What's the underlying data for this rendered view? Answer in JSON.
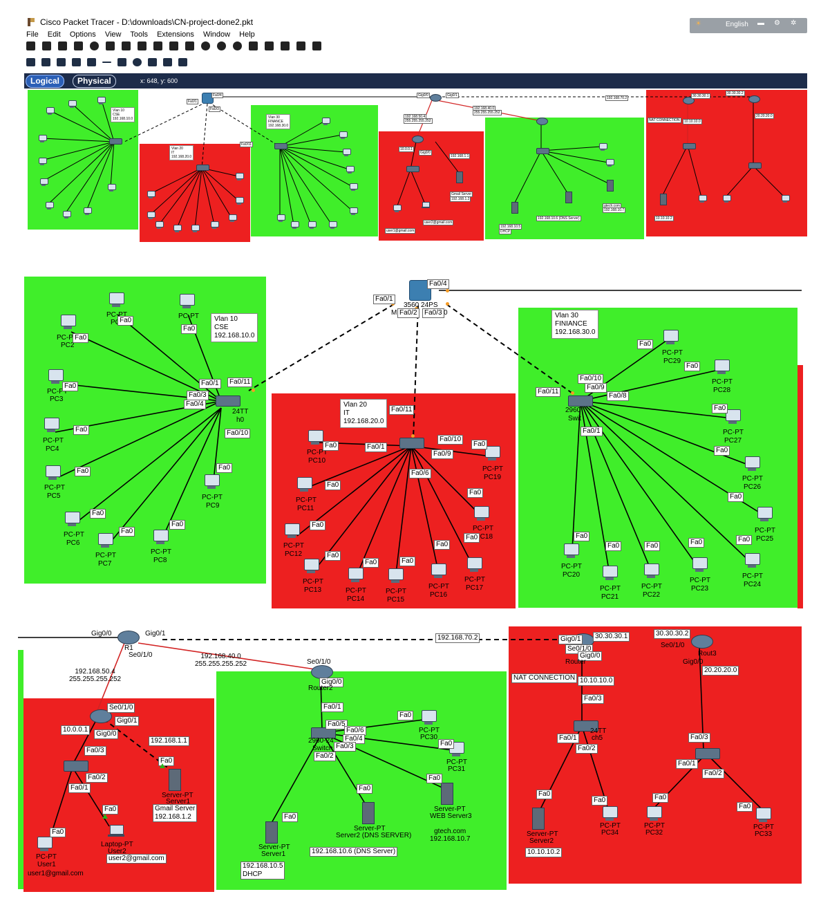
{
  "app": {
    "title": "Cisco Packet Tracer - D:\\downloads\\CN-project-done2.pkt",
    "language": "English"
  },
  "menu": [
    "File",
    "Edit",
    "Options",
    "View",
    "Tools",
    "Extensions",
    "Window",
    "Help"
  ],
  "tabs": {
    "logical": "Logical",
    "physical": "Physical",
    "coords": "x: 648, y: 600"
  },
  "colors": {
    "zone_green": "#40ee2a",
    "zone_red": "#ed2020",
    "tabbar": "#1d2c4a",
    "copper": "#000000",
    "serial": "#d22323"
  },
  "icons": [
    "document-new-icon",
    "open-folder-icon",
    "save-icon",
    "print-icon",
    "info-icon",
    "activity-wizard-icon",
    "network-info-icon",
    "copy-icon",
    "paste-icon",
    "undo-icon",
    "redo-icon",
    "zoom-in-icon",
    "zoom-reset-icon",
    "zoom-out-icon",
    "drawing-palette-icon",
    "custom-device-icon",
    "viewport-icon",
    "cluster-icon",
    "image-icon",
    "select-icon",
    "inspect-icon",
    "delete-icon",
    "resize-icon",
    "note-icon",
    "line-icon",
    "rectangle-icon",
    "ellipse-icon",
    "freeform-icon",
    "simple-pdu-icon",
    "complex-pdu-icon"
  ],
  "overview": {
    "vlan10": "Vlan 10\nCSE\n192.168.10.0",
    "vlan20": "Vlan 20\nIT\n192.168.20.0",
    "vlan30": "Vlan 30\nFINANCE\n192.168.30.0",
    "labels": [
      "Fa0/4",
      "Fa0/1",
      "Fa0/11",
      "Fa0/3",
      "Gig0/0",
      "Gig0/1",
      "192.168.70.2",
      "192.168.50.4",
      "255.255.255.252",
      "192.168.40.0",
      "255.255.255.252",
      "10.0.0.1",
      "Gig0/0",
      "192.168.1.1",
      "Gmail Server",
      "192.168.1.2",
      "user1@gmail.com",
      "user2@gmail.com",
      "192.168.10.5",
      "DHCP",
      "192.168.10.6 (DNS Server)",
      "gtech.com",
      "192.168.10.7",
      "NAT CONNECTION",
      "30.30.30.1",
      "10.10.10.0",
      "30.30.30.2",
      "20.20.20.0",
      "10.10.10.2"
    ]
  },
  "cse": {
    "vlan": "Vlan 10\nCSE\n192.168.10.0",
    "switch_label": "24TT",
    "switch_label2": "h0",
    "pcs": [
      {
        "name": "PC-PT",
        "sub": "PC2"
      },
      {
        "name": "PC-PT",
        "sub": "PC"
      },
      {
        "name": "PC-PT",
        "sub": ""
      },
      {
        "name": "PC-PT",
        "sub": "PC3"
      },
      {
        "name": "PC-PT",
        "sub": "PC4"
      },
      {
        "name": "PC-PT",
        "sub": "PC5"
      },
      {
        "name": "PC-PT",
        "sub": "PC6"
      },
      {
        "name": "PC-PT",
        "sub": "PC7"
      },
      {
        "name": "PC-PT",
        "sub": "PC8"
      },
      {
        "name": "PC-PT",
        "sub": "PC9"
      }
    ],
    "port_labels": [
      "Fa0",
      "Fa0",
      "Fa0",
      "Fa0",
      "Fa0",
      "Fa0",
      "Fa0",
      "Fa0",
      "Fa0",
      "Fa0",
      "Fa0/1",
      "Fa0/11",
      "Fa0/3",
      "Fa0/4",
      "Fa0/10"
    ]
  },
  "mls": {
    "label": "3560 24PS",
    "ports": [
      "Fa0/4",
      "Fa0/1",
      "Fa0/2",
      "Fa0/3"
    ],
    "side": "M",
    "side2": "0"
  },
  "it": {
    "vlan": "Vlan 20\nIT\n192.168.20.0",
    "pcs": [
      {
        "name": "PC-PT",
        "sub": "PC10"
      },
      {
        "name": "PC-PT",
        "sub": "PC11"
      },
      {
        "name": "PC-PT",
        "sub": "PC12"
      },
      {
        "name": "PC-PT",
        "sub": "PC13"
      },
      {
        "name": "PC-PT",
        "sub": "PC14"
      },
      {
        "name": "PC-PT",
        "sub": "PC15"
      },
      {
        "name": "PC-PT",
        "sub": "PC16"
      },
      {
        "name": "PC-PT",
        "sub": "PC17"
      },
      {
        "name": "PC-PT",
        "sub": "PC18"
      },
      {
        "name": "PC-PT",
        "sub": "PC19"
      }
    ],
    "port_labels": [
      "Fa0/11",
      "Fa0/1",
      "Fa0/10",
      "Fa0/9",
      "Fa0/6",
      "Fa0",
      "Fa0",
      "Fa0",
      "Fa0",
      "Fa0",
      "Fa0",
      "Fa0",
      "Fa0",
      "Fa0",
      "Fa0"
    ]
  },
  "finance": {
    "vlan": "Vlan 30\nFINIANCE\n192.168.30.0",
    "switch_label": "2960",
    "switch_label2": "Swit",
    "pcs": [
      {
        "name": "PC-PT",
        "sub": "PC29"
      },
      {
        "name": "PC-PT",
        "sub": "PC28"
      },
      {
        "name": "PC-PT",
        "sub": "PC27"
      },
      {
        "name": "PC-PT",
        "sub": "PC26"
      },
      {
        "name": "PC-PT",
        "sub": "PC25"
      },
      {
        "name": "PC-PT",
        "sub": "PC24"
      },
      {
        "name": "PC-PT",
        "sub": "PC23"
      },
      {
        "name": "PC-PT",
        "sub": "PC22"
      },
      {
        "name": "PC-PT",
        "sub": "PC21"
      },
      {
        "name": "PC-PT",
        "sub": "PC20"
      }
    ],
    "port_labels": [
      "Fa0/11",
      "Fa0/10",
      "Fa0/9",
      "Fa0/8",
      "Fa0/1",
      "Fa0",
      "Fa0",
      "Fa0",
      "Fa0",
      "Fa0",
      "Fa0",
      "Fa0",
      "Fa0",
      "Fa0",
      "Fa0"
    ]
  },
  "wan": {
    "r1_ports": [
      "Gig0/0",
      "Gig0/1",
      "Se0/1/0"
    ],
    "r1_name": "R1",
    "link_70": "192.168.70.2",
    "link_50": "192.168.50.4\n255.255.255.252",
    "link_40": "192.168.40.0\n255.255.255.252"
  },
  "mail": {
    "router_ports": [
      "Se0/1/0",
      "Gig0/1",
      "Gig0/0"
    ],
    "ip_gw": "10.0.0.1",
    "ip_srv": "192.168.1.1",
    "sw_ports": [
      "Fa0/3",
      "Fa0/2",
      "Fa0/1"
    ],
    "fa0": [
      "Fa0",
      "Fa0",
      "Fa0"
    ],
    "server": {
      "name": "Server-PT",
      "sub": "Server1"
    },
    "server_lbl": "Gmail Server\n192.168.1.2",
    "pc": {
      "name": "PC-PT",
      "sub": "User1"
    },
    "pc_email": "user1@gmail.com",
    "laptop": {
      "name": "Laptop-PT",
      "sub": "User2"
    },
    "laptop_email": "user2@gmail.com"
  },
  "services": {
    "router_ports": [
      "Se0/1/0",
      "Gig0/0"
    ],
    "router_name": "Router2",
    "sw_name": "2960-24",
    "sw_name2": "Switch",
    "sw_ports": [
      "Fa0/1",
      "Fa0/5",
      "Fa0/6",
      "Fa0/4",
      "Fa0/3",
      "Fa0/2"
    ],
    "fa0": [
      "Fa0",
      "Fa0",
      "Fa0",
      "Fa0",
      "Fa0"
    ],
    "pc30": {
      "name": "PC-PT",
      "sub": "PC30"
    },
    "pc31": {
      "name": "PC-PT",
      "sub": "PC31"
    },
    "dhcp": {
      "name": "Server-PT",
      "sub": "Server1"
    },
    "dhcp_lbl": "192.168.10.5\nDHCP",
    "dns": {
      "name": "Server-PT",
      "sub": "Server2 (DNS SERVER)"
    },
    "dns_lbl": "192.168.10.6 (DNS Server)",
    "web": {
      "name": "Server-PT",
      "sub": "WEB Server3"
    },
    "web_lbl": "gtech.com\n192.168.10.7"
  },
  "nat": {
    "title": "NAT CONNECTION",
    "r_ports": [
      "Gig0/1",
      "Se0/1/0",
      "Gig0/0"
    ],
    "r_name": "Router",
    "ip1": "30.30.30.1",
    "net1": "10.10.10.0",
    "sw_ports": [
      "Fa0/3",
      "Fa0/1",
      "Fa0/2"
    ],
    "sw_name": "24TT",
    "sw_name2": "ch5",
    "fa0": [
      "Fa0",
      "Fa0"
    ],
    "server": {
      "name": "Server-PT",
      "sub": "Server2"
    },
    "server_ip": "10.10.10.2",
    "pc34": {
      "name": "PC-PT",
      "sub": "PC34"
    },
    "r3_ip": "30.30.30.2",
    "r3_ports": [
      "Se0/1/0",
      "Gig0/0"
    ],
    "r3_name": "Rout3",
    "net2": "20.20.20.0",
    "sw2_ports": [
      "Fa0/3",
      "Fa0/1",
      "Fa0/2"
    ],
    "fa0b": [
      "Fa0",
      "Fa0"
    ],
    "pc32": {
      "name": "PC-PT",
      "sub": "PC32"
    },
    "pc33": {
      "name": "PC-PT",
      "sub": "PC33"
    }
  }
}
